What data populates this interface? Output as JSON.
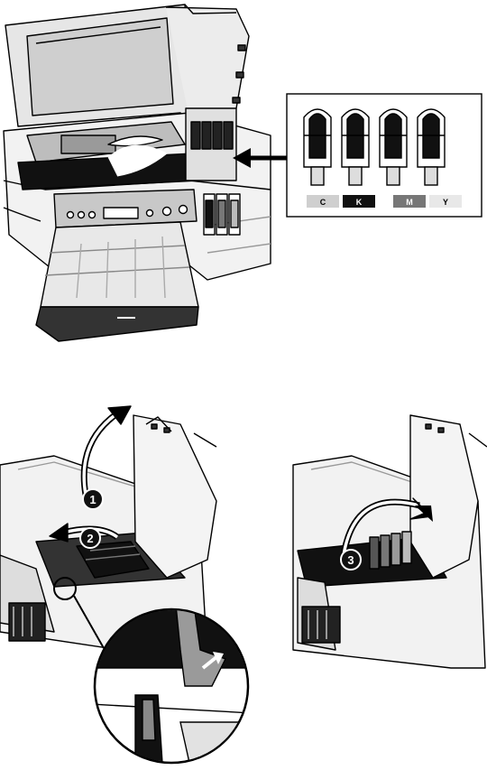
{
  "figure_top": {
    "callout_cartridge_labels": [
      "C",
      "K",
      "M",
      "Y"
    ]
  },
  "figure_bottom": {
    "step_numbers": [
      "1",
      "2",
      "3"
    ]
  },
  "colors": {
    "line": "#000000",
    "dark_fill": "#111111",
    "mid_gray": "#8a8a8a",
    "light_gray": "#d4d4d4",
    "pale_gray": "#ececec",
    "white": "#ffffff"
  }
}
